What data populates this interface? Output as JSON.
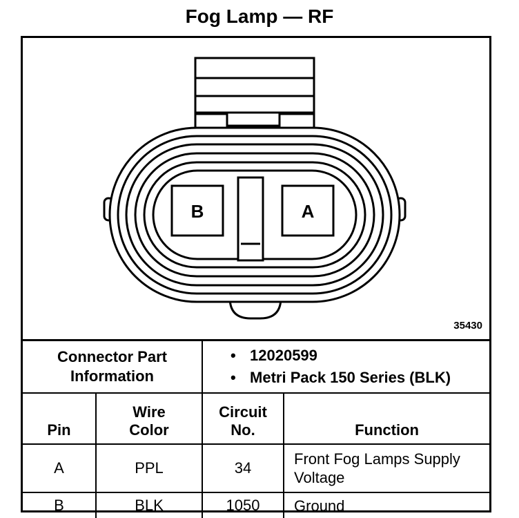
{
  "title": "Fog Lamp — RF",
  "diagram": {
    "ref_number": "35430",
    "pin_b": "B",
    "pin_a": "A"
  },
  "connector_info": {
    "label_line1": "Connector Part",
    "label_line2": "Information",
    "items": [
      "12020599",
      "Metri Pack 150 Series (BLK)"
    ]
  },
  "table": {
    "headers": {
      "pin": "Pin",
      "wire_line1": "Wire",
      "wire_line2": "Color",
      "circuit_line1": "Circuit",
      "circuit_line2": "No.",
      "function": "Function"
    },
    "rows": [
      {
        "pin": "A",
        "wire": "PPL",
        "circuit": "34",
        "function_line1": "Front Fog Lamps Supply",
        "function_line2": "Voltage"
      },
      {
        "pin": "B",
        "wire": "BLK",
        "circuit": "1050",
        "function_line1": "Ground",
        "function_line2": ""
      }
    ]
  }
}
